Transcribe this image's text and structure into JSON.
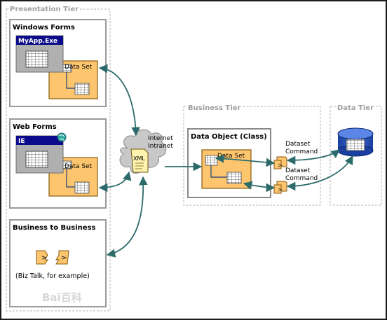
{
  "tiers": {
    "presentation": "Presentation Tier",
    "business": "Business Tier",
    "data": "Data Tier"
  },
  "panels": {
    "windows_forms": {
      "title": "Windows Forms",
      "app_bar": "MyApp.Exe",
      "dataset_label": "Data Set"
    },
    "web_forms": {
      "title": "Web Forms",
      "browser_bar": "IE",
      "dataset_label": "Data Set"
    },
    "b2b": {
      "title": "Business to Business",
      "caption": "(Biz Talk, for example)"
    }
  },
  "network": {
    "label_line1": "Internet",
    "label_line2": "Intranet",
    "doc_label": "XML"
  },
  "business_object": {
    "title": "Data Object (Class)",
    "dataset_label": "Data Set"
  },
  "commands": [
    {
      "line1": "Dataset",
      "line2": "Command"
    },
    {
      "line1": "Dataset",
      "line2": "Command"
    }
  ],
  "watermark": "Bai百科",
  "colors": {
    "dataset_fill": "#fdc66e",
    "title_bar": "#0a0a8a",
    "arrow": "#2d6b6b",
    "tier_border": "#b5b5b5"
  }
}
